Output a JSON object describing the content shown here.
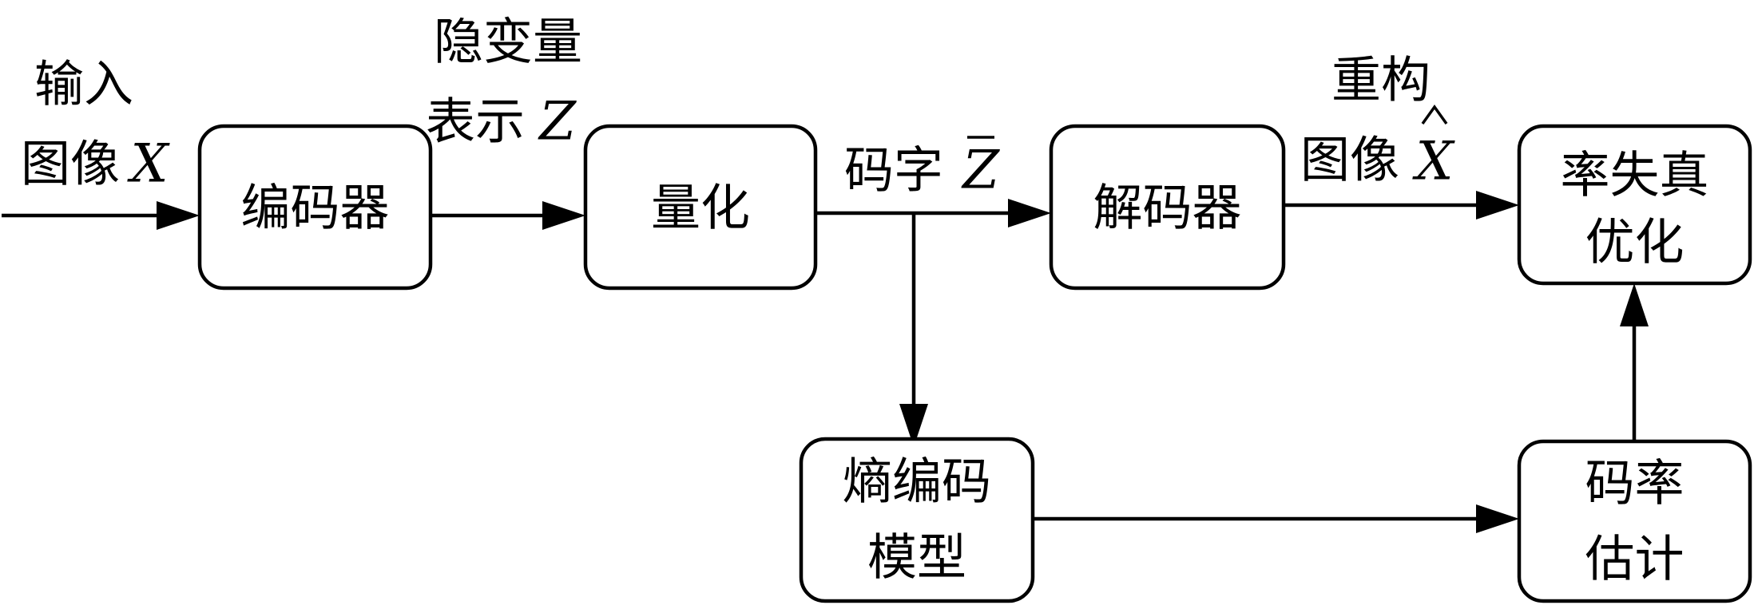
{
  "nodes": {
    "encoder": {
      "lines": [
        "编码器"
      ]
    },
    "quantize": {
      "lines": [
        "量化"
      ]
    },
    "decoder": {
      "lines": [
        "解码器"
      ]
    },
    "rd_opt": {
      "lines": [
        "率失真",
        "优化"
      ]
    },
    "entropy_model": {
      "lines": [
        "熵编码",
        "模型"
      ]
    },
    "rate_est": {
      "lines": [
        "码率",
        "估计"
      ]
    }
  },
  "labels": {
    "input": {
      "line1": "输入",
      "line2": "图像",
      "var": "X"
    },
    "latent": {
      "line1": "隐变量",
      "line2": "表示",
      "var": "Z"
    },
    "codeword": {
      "text": "码字",
      "var": "Z"
    },
    "recon": {
      "line1": "重构",
      "line2": "图像",
      "var": "X"
    }
  },
  "colors": {
    "stroke": "#000000",
    "background": "#ffffff"
  }
}
